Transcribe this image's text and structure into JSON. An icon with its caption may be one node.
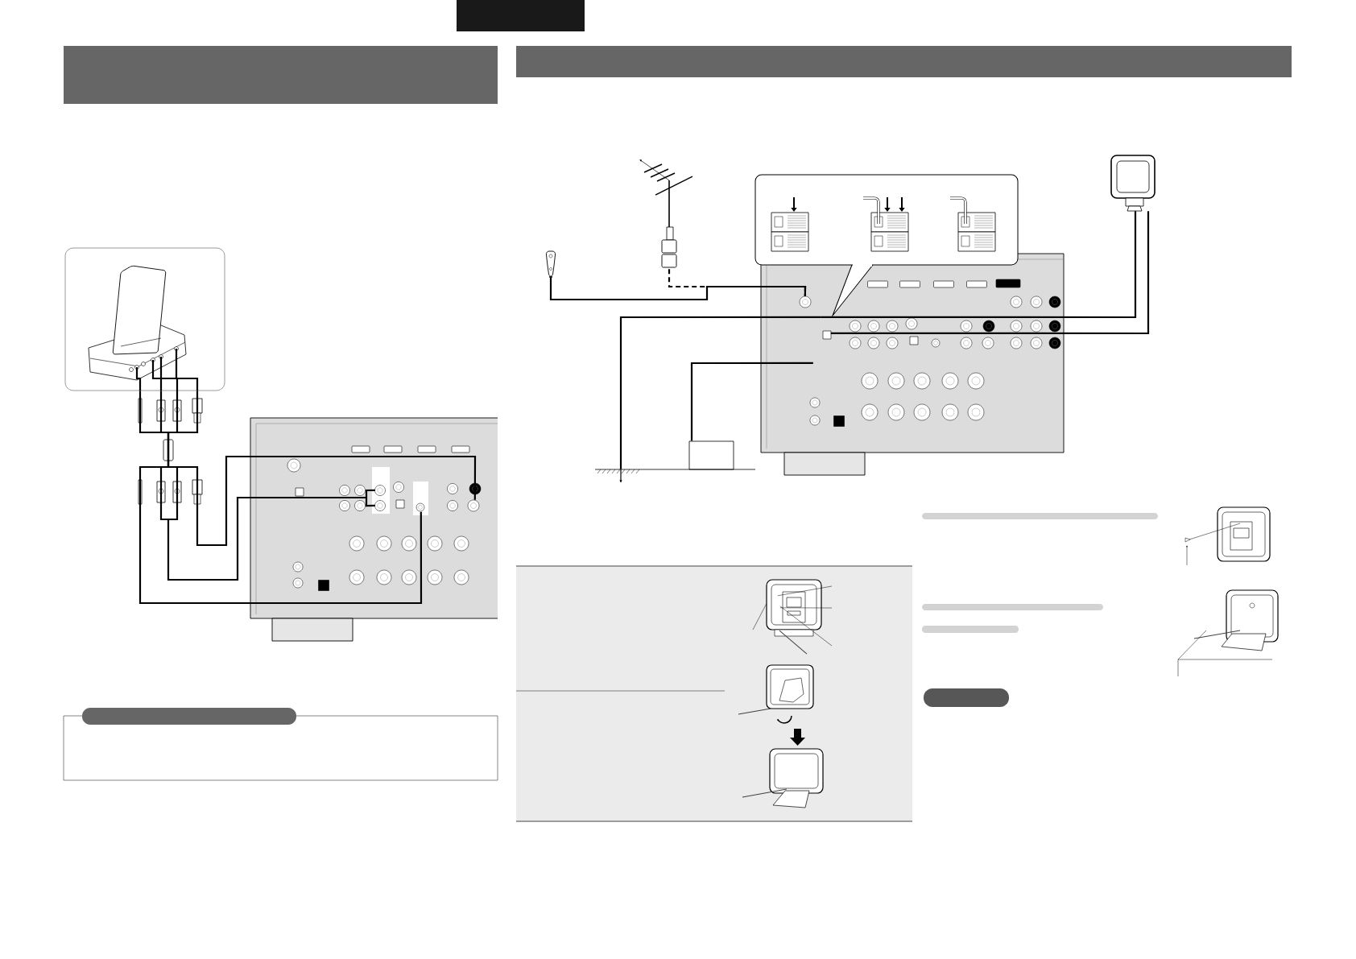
{
  "diagram": {
    "nodes": [
      {
        "text": [],
        "shape": "picture"
      },
      {
        "text": [],
        "shape": "picture"
      },
      {
        "text": [],
        "shape": "picture"
      },
      {
        "text": [],
        "shape": "picture"
      },
      {
        "text": [],
        "shape": "picture"
      },
      {
        "text": [],
        "shape": "picture"
      },
      {
        "text": [],
        "shape": "picture"
      },
      {
        "text": [],
        "shape": "box"
      },
      {
        "text": [],
        "shape": "picture"
      },
      {
        "text": [],
        "shape": "box"
      },
      {
        "text": [],
        "shape": "box"
      },
      {
        "text": [],
        "shape": "box"
      }
    ],
    "edges": [
      {
        "from": 0,
        "to": 1,
        "arrow": "none"
      },
      {
        "from": 0,
        "to": 1,
        "arrow": "none"
      },
      {
        "from": 0,
        "to": 1,
        "arrow": "none"
      },
      {
        "from": 2,
        "to": 4,
        "arrow": "none"
      },
      {
        "from": 3,
        "to": 4,
        "arrow": "none",
        "style": "dashed"
      },
      {
        "from": 5,
        "to": 4,
        "arrow": "none"
      },
      {
        "from": 5,
        "to": 4,
        "arrow": "none"
      },
      {
        "from": 4,
        "to": 6,
        "arrow": "none"
      },
      {
        "from": 4,
        "to": 7,
        "arrow": "none"
      },
      {
        "from": null,
        "to": 8,
        "arrow": "none"
      },
      {
        "from": null,
        "to": 8,
        "arrow": "none"
      },
      {
        "from": null,
        "to": 8,
        "arrow": "none"
      },
      {
        "from": null,
        "to": 8,
        "arrow": "none"
      }
    ]
  }
}
